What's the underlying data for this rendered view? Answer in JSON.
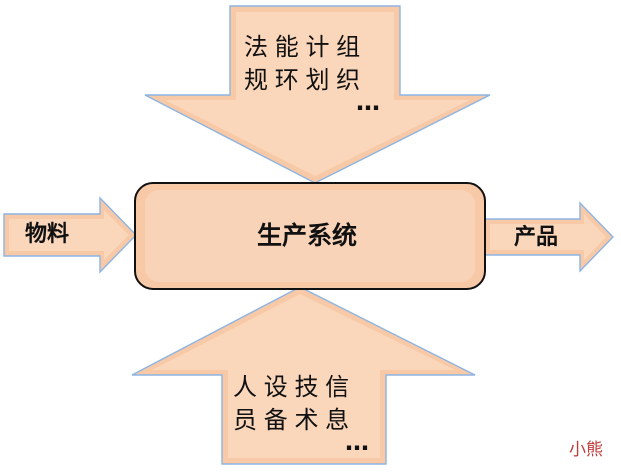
{
  "top_input": {
    "lines": [
      "法能计组",
      "规环划织"
    ],
    "ellipsis": "…"
  },
  "bottom_input": {
    "lines": [
      "人设技信",
      "员备术息"
    ],
    "ellipsis": "…"
  },
  "left_input": {
    "label": "物料"
  },
  "center": {
    "label": "生产系统"
  },
  "right_output": {
    "label": "产品"
  },
  "watermark": {
    "text": "小熊"
  },
  "colors": {
    "arrow_fill": "#f8c9a6",
    "arrow_outline": "#8eb4e3",
    "box_outline": "#111111",
    "watermark": "#c23a3a"
  }
}
